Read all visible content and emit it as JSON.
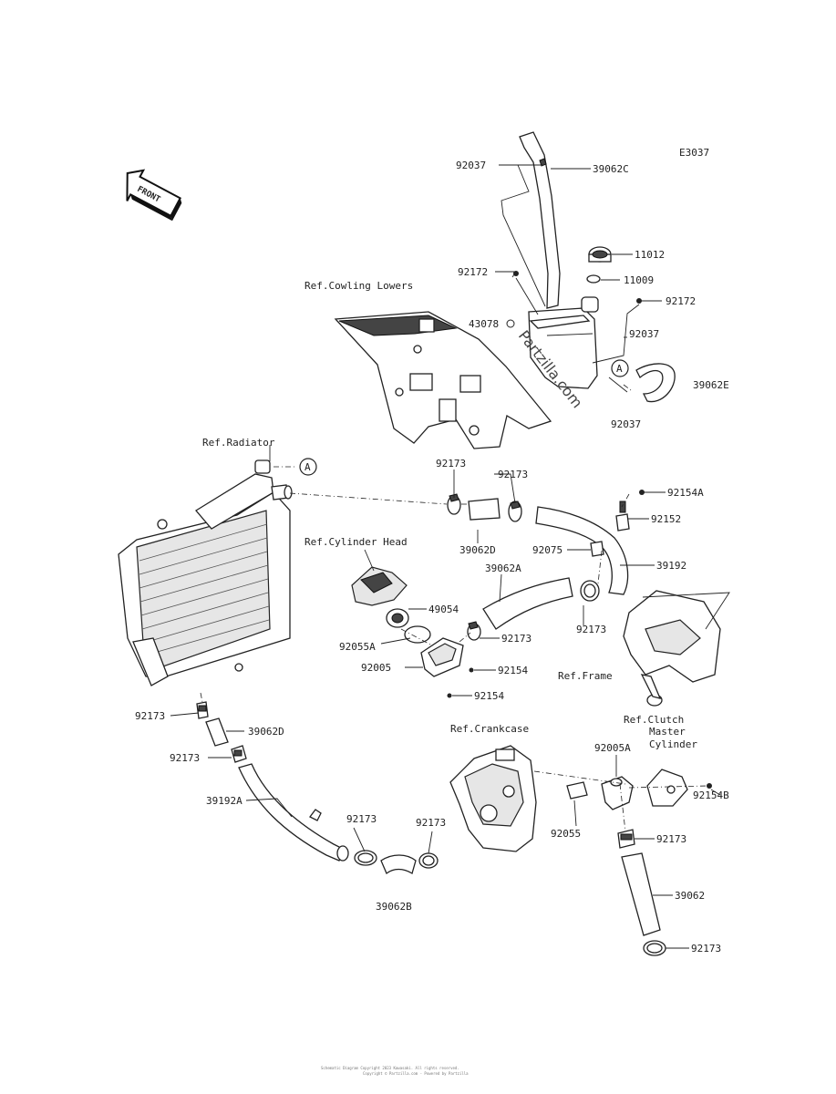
{
  "diagram_code": "E3037",
  "forward_marker": "FRONT",
  "watermark": "Partzilla.com",
  "callout_letter": "A",
  "references": {
    "cowling_lowers": "Ref.Cowling Lowers",
    "radiator": "Ref.Radiator",
    "cylinder_head": "Ref.Cylinder Head",
    "frame": "Ref.Frame",
    "crankcase": "Ref.Crankcase",
    "clutch_line1": "Ref.Clutch",
    "clutch_line2": "Master",
    "clutch_line3": "Cylinder"
  },
  "labels": {
    "p92037_top": "92037",
    "p39062C": "39062C",
    "p11012": "11012",
    "p11009": "11009",
    "p92172_left": "92172",
    "p92172_right": "92172",
    "p43078": "43078",
    "p92037_mid": "92037",
    "p39062E": "39062E",
    "p92037_bottom": "92037",
    "p92173_top": "92173",
    "p92173_top2": "92173",
    "p92154A": "92154A",
    "p92152": "92152",
    "p39062D_top": "39062D",
    "p92075": "92075",
    "p39192": "39192",
    "p39062A": "39062A",
    "p49054": "49054",
    "p92173_mid": "92173",
    "p92173_frame": "92173",
    "p92055A": "92055A",
    "p92005": "92005",
    "p92154_a": "92154",
    "p92154_b": "92154",
    "p92173_left": "92173",
    "p39062D_left": "39062D",
    "p92173_left2": "92173",
    "p39192A": "39192A",
    "p92173_hose1": "92173",
    "p92173_hose2": "92173",
    "p39062B": "39062B",
    "p92005A": "92005A",
    "p92055": "92055",
    "p92154B": "92154B",
    "p92173_right": "92173",
    "p39062": "39062",
    "p92173_bottom": "92173"
  },
  "footer": {
    "line1": "Schematic Diagram Copyright 2023 Kawasaki. All rights reserved.",
    "line2": "Copyright © Partzilla.com - Powered by Partzilla"
  }
}
